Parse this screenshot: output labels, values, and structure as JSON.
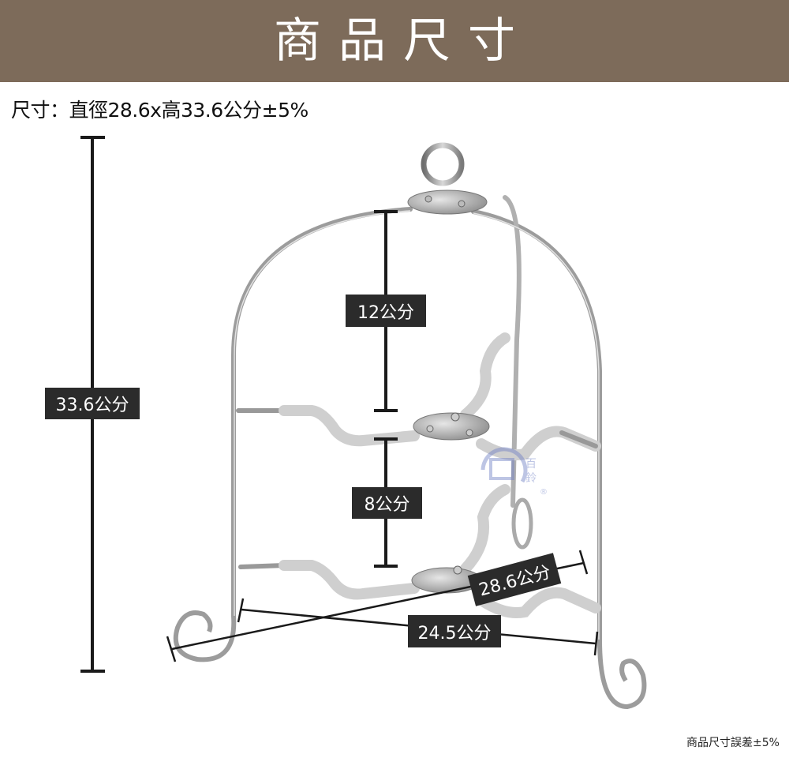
{
  "header": {
    "title": "商品尺寸",
    "background": "#7d6b5a"
  },
  "spec_line": "尺寸：直徑28.6x高33.6公分±5%",
  "dimensions": {
    "total_height": "33.6公分",
    "top_tier_gap": "12公分",
    "bottom_tier_gap": "8公分",
    "diameter": "28.6公分",
    "base_width": "24.5公分"
  },
  "watermark": {
    "brand": "百鈴",
    "mark": "®"
  },
  "footnote": "商品尺寸誤差±5%",
  "colors": {
    "label_bg": "#2b2b2b",
    "line": "#1a1a1a",
    "metal": "#9a9a9a",
    "sleeve": "#cfcfcf"
  }
}
